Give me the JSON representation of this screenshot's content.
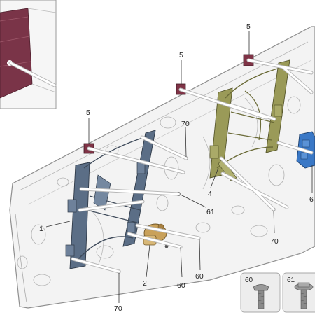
{
  "callouts": {
    "c1": "1",
    "c2": "2",
    "c4": "4",
    "c5a": "5",
    "c5b": "5",
    "c5c": "5",
    "c6": "6",
    "c60a": "60",
    "c60b": "60",
    "c61": "61",
    "c70a": "70",
    "c70b": "70",
    "c70c": "70"
  },
  "details": {
    "d60": "60",
    "d61": "61"
  },
  "colors": {
    "panel_outline": "#8f8f8f",
    "panel_fill": "#f3f3f3",
    "regulator_left": "#5b6e86",
    "regulator_right": "#9a9a58",
    "actuator_blue": "#3a78c6",
    "motor_gold": "#c9a15a",
    "trim_maroon": "#7a3448",
    "pad_maroon": "#7f3346"
  }
}
